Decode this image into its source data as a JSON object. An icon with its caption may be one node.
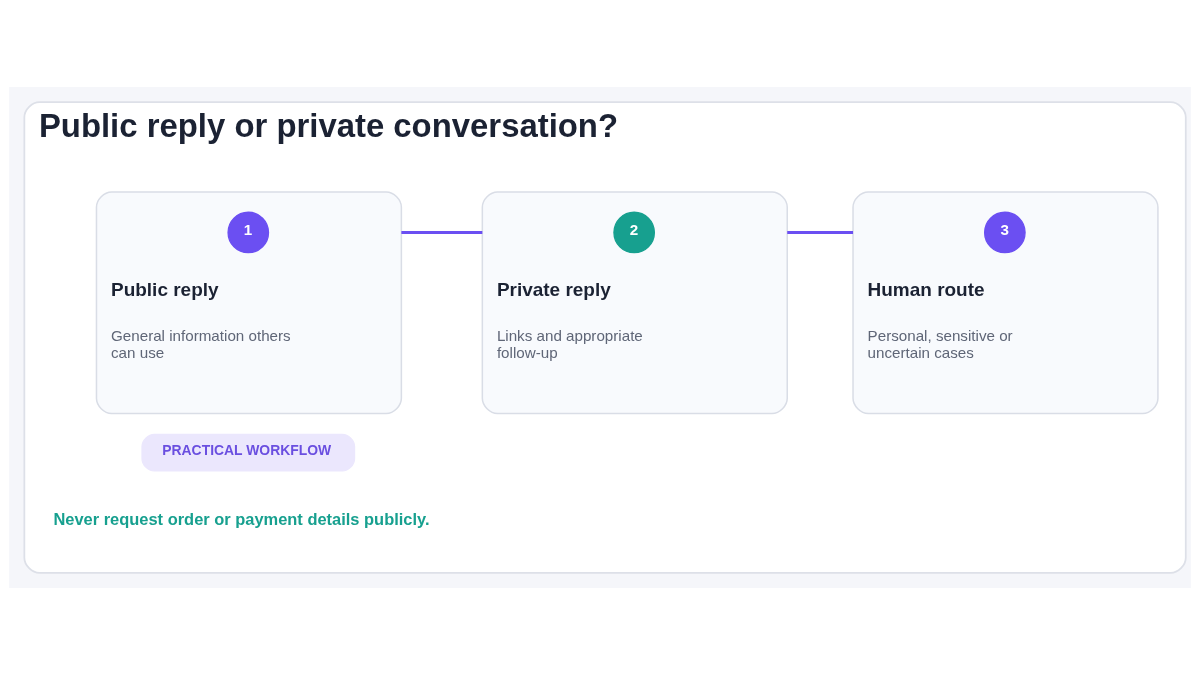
{
  "diagram": {
    "nodes": [
      {
        "text": [
          "Public reply or private conversation?"
        ]
      },
      {
        "text": [
          "PRACTICAL WORKFLOW"
        ],
        "in": 0
      },
      {
        "text": [
          "Public reply",
          "General information others can use"
        ],
        "in": 0
      },
      {
        "text": [
          "1"
        ],
        "in": 2
      },
      {
        "text": [
          "Private reply",
          "Links and appropriate follow-up"
        ],
        "in": 0
      },
      {
        "text": [
          "2"
        ],
        "in": 4
      },
      {
        "text": [
          "Human route",
          "Personal, sensitive or uncertain cases"
        ],
        "in": 0
      },
      {
        "text": [
          "3"
        ],
        "in": 6
      }
    ],
    "edges": [
      {
        "from": 2,
        "to": 4,
        "arrow": "none"
      },
      {
        "from": 4,
        "to": 6,
        "arrow": "none"
      }
    ],
    "labels": [
      "Never request order or payment details publicly."
    ]
  }
}
